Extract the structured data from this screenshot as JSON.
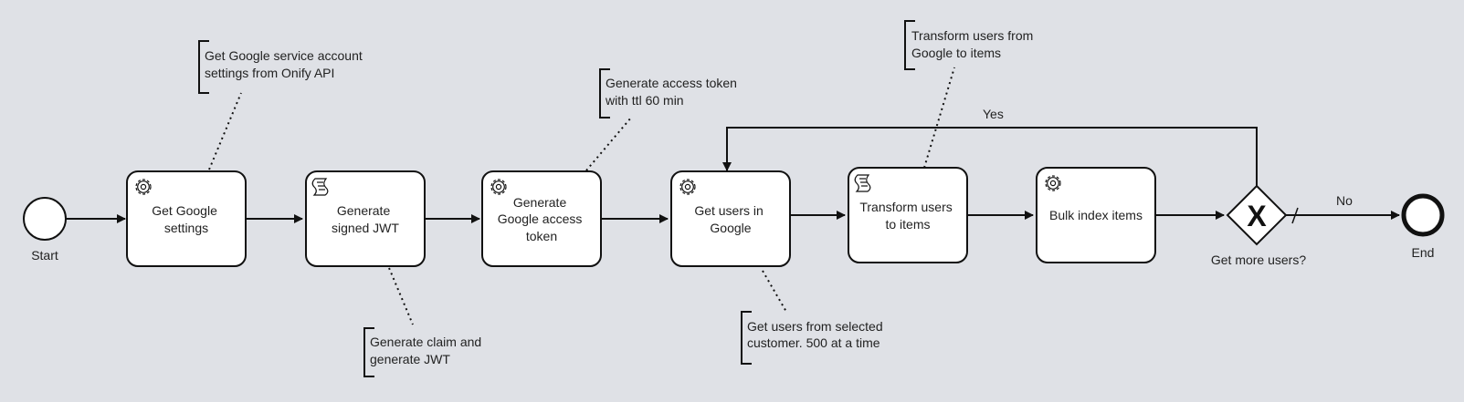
{
  "events": {
    "start": "Start",
    "end": "End"
  },
  "tasks": [
    {
      "id": "get-google-settings",
      "type": "service",
      "lines": [
        "Get Google",
        "settings"
      ]
    },
    {
      "id": "generate-signed-jwt",
      "type": "script",
      "lines": [
        "Generate",
        "signed JWT"
      ]
    },
    {
      "id": "generate-google-access-token",
      "type": "service",
      "lines": [
        "Generate",
        "Google access",
        "token"
      ]
    },
    {
      "id": "get-users-in-google",
      "type": "service",
      "lines": [
        "Get users in",
        "Google"
      ]
    },
    {
      "id": "transform-users-to-items",
      "type": "script",
      "lines": [
        "Transform users",
        "to items"
      ]
    },
    {
      "id": "bulk-index-items",
      "type": "service",
      "lines": [
        "Bulk index items"
      ]
    }
  ],
  "gateway": {
    "label": "Get more users?",
    "yes_label": "Yes",
    "no_label": "No",
    "marker": "X"
  },
  "annotations": [
    {
      "id": "google-settings-note",
      "lines": [
        "Get Google service account",
        "settings from Onify API"
      ]
    },
    {
      "id": "jwt-note",
      "lines": [
        "Generate claim and",
        "generate JWT"
      ]
    },
    {
      "id": "access-token-note",
      "lines": [
        "Generate access token",
        "with ttl 60 min"
      ]
    },
    {
      "id": "get-users-note",
      "lines": [
        "Get users from selected",
        "customer. 500 at a time"
      ]
    },
    {
      "id": "transform-note",
      "lines": [
        "Transform users from",
        "Google to items"
      ]
    }
  ],
  "icons": {
    "service_task": "gear-icon",
    "script_task": "script-icon",
    "start_event": "start-event-icon",
    "end_event": "end-event-icon",
    "gateway": "exclusive-gateway-icon"
  }
}
